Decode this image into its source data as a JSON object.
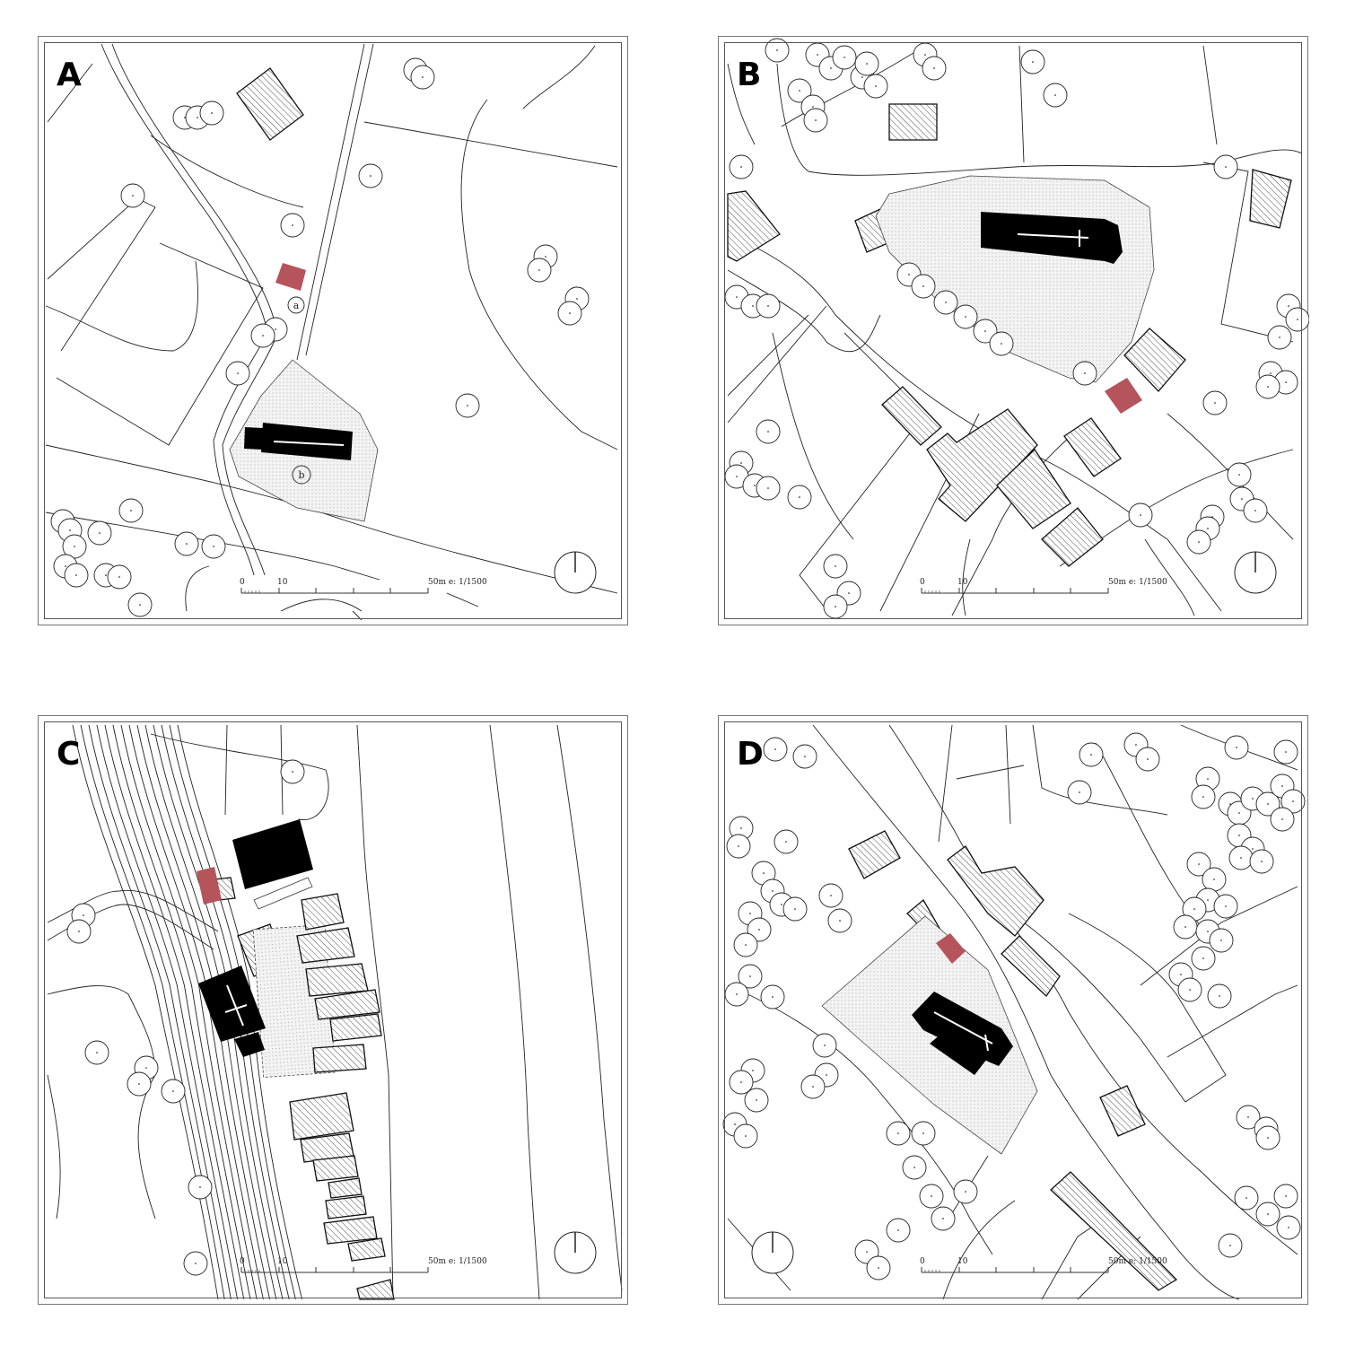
{
  "panels": [
    {
      "id": "A",
      "label": "A",
      "markers": [
        "a",
        "b"
      ]
    },
    {
      "id": "B",
      "label": "B"
    },
    {
      "id": "C",
      "label": "C"
    },
    {
      "id": "D",
      "label": "D"
    }
  ],
  "scale_bar": {
    "zero": "0",
    "ten": "10",
    "end": "50m e: 1/1500"
  },
  "colors": {
    "highlight": "#b5545a",
    "building": "#000000",
    "hatch": "#111111"
  }
}
